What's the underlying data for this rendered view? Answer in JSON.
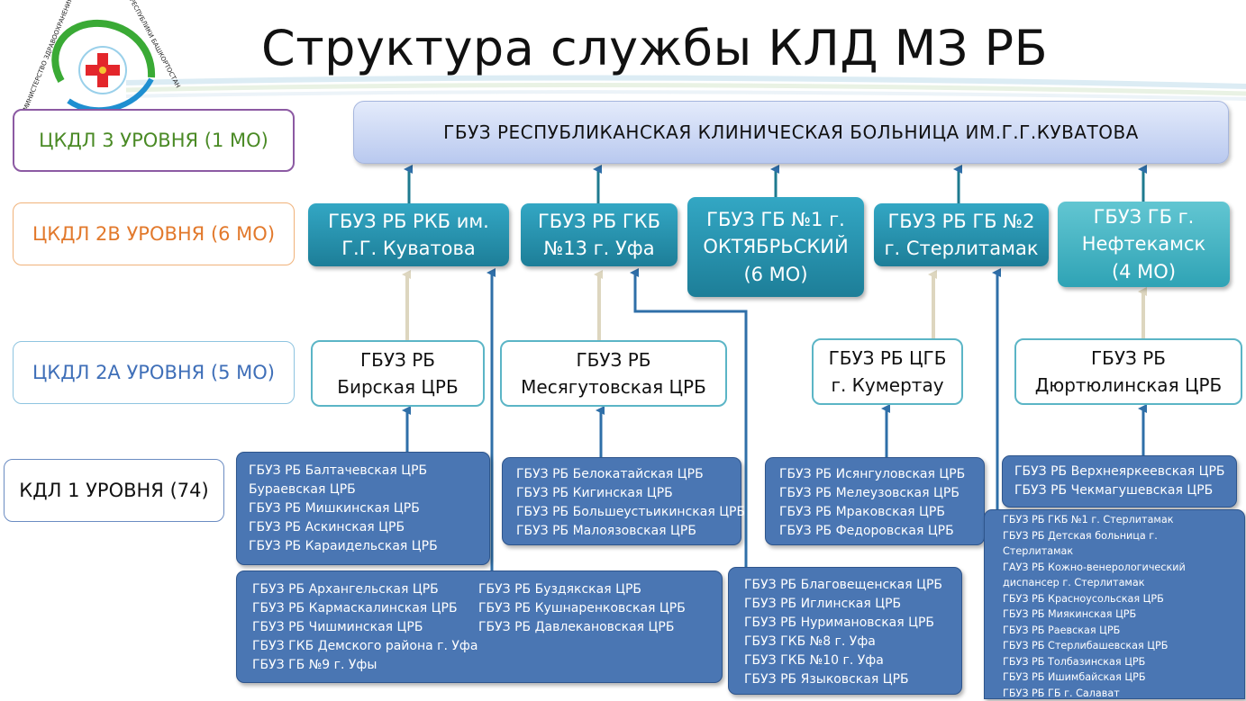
{
  "title": "Структура службы КЛД МЗ РБ",
  "logo": {
    "text_left": "МИНИСТЕРСТВО ЗДРАВООХРАНЕНИЯ",
    "text_right": "РЕСПУБЛИКИ БАШКОРТОСТАН",
    "colors": {
      "cross": "#e3262b",
      "green": "#3aaa35",
      "blue": "#1f8fd1"
    }
  },
  "levels": {
    "l3": "ЦКДЛ 3 УРОВНЯ (1 МО)",
    "l2b": "ЦКДЛ 2В УРОВНЯ (6 МО)",
    "l2a": "ЦКДЛ 2А УРОВНЯ (5 МО)",
    "l1": "КДЛ 1 УРОВНЯ (74)"
  },
  "level_colors": {
    "l3": "#3c7d1e",
    "l2b": "#e2792c",
    "l2a": "#3f6fb8",
    "l1": "#111111"
  },
  "top": "ГБУЗ РЕСПУБЛИКАНСКАЯ КЛИНИЧЕСКАЯ БОЛЬНИЦА ИМ.Г.Г.КУВАТОВА",
  "tier2b": [
    {
      "lines": [
        "ГБУЗ РБ РКБ им.",
        "Г.Г. Куватова"
      ]
    },
    {
      "lines": [
        "ГБУЗ РБ ГКБ",
        "№13 г. Уфа"
      ]
    },
    {
      "lines": [
        "ГБУЗ ГБ №1 г.",
        "ОКТЯБРЬСКИЙ",
        "(6 МО)"
      ]
    },
    {
      "lines": [
        "ГБУЗ РБ ГБ №2",
        "г. Стерлитамак"
      ]
    },
    {
      "lines": [
        "ГБУЗ ГБ г.",
        "Нефтекамск",
        "(4 МО)"
      ]
    }
  ],
  "tier2a": [
    {
      "lines": [
        "ГБУЗ РБ",
        "Бирская ЦРБ"
      ]
    },
    {
      "lines": [
        "ГБУЗ РБ",
        "Месягутовская ЦРБ"
      ]
    },
    {
      "lines": [
        "ГБУЗ РБ ЦГБ",
        "г. Кумертау"
      ]
    },
    {
      "lines": [
        "ГБУЗ РБ",
        "Дюртюлинская ЦРБ"
      ]
    }
  ],
  "tier1": {
    "birsk": [
      "ГБУЗ РБ Балтачевская ЦРБ",
      "Бураевская ЦРБ",
      "ГБУЗ РБ Мишкинская ЦРБ",
      "ГБУЗ РБ Аскинская ЦРБ",
      "ГБУЗ РБ Караидельская ЦРБ"
    ],
    "mesyagutovo": [
      "ГБУЗ РБ Белокатайская ЦРБ",
      "ГБУЗ РБ Кигинская ЦРБ",
      "ГБУЗ РБ Большеустьикинская ЦРБ",
      "ГБУЗ РБ Малоязовская ЦРБ"
    ],
    "kumertau": [
      "ГБУЗ РБ Исянгуловская ЦРБ",
      "ГБУЗ РБ Мелеузовская ЦРБ",
      "ГБУЗ РБ Мраковская ЦРБ",
      "ГБУЗ РБ Федоровская ЦРБ"
    ],
    "dyurtyuli": [
      "ГБУЗ РБ Верхнеяркеевская ЦРБ",
      "ГБУЗ РБ Чекмагушевская ЦРБ"
    ],
    "rkb_col1": [
      "ГБУЗ РБ Архангельская ЦРБ",
      "ГБУЗ РБ Кармаскалинская ЦРБ",
      "ГБУЗ РБ Чишминская ЦРБ",
      "ГБУЗ ГКБ Демского района г. Уфа",
      "ГБУЗ ГБ №9 г. Уфы"
    ],
    "rkb_col2": [
      "ГБУЗ РБ Буздякская ЦРБ",
      "ГБУЗ РБ Кушнаренковская ЦРБ",
      "ГБУЗ РБ Давлекановская ЦРБ"
    ],
    "gkb13": [
      "ГБУЗ РБ Благовещенская ЦРБ",
      "ГБУЗ РБ Иглинская ЦРБ",
      "ГБУЗ РБ Нуримановская ЦРБ",
      "ГБУЗ ГКБ №8 г. Уфа",
      "ГБУЗ ГКБ №10 г. Уфа",
      "ГБУЗ РБ Языковская ЦРБ"
    ],
    "sterlitamak": [
      "ГБУЗ РБ ГКБ №1 г. Стерлитамак",
      "ГБУЗ РБ Детская больница г.",
      "Стерлитамак",
      "ГАУЗ РБ Кожно-венерологический",
      "диспансер г. Стерлитамак",
      "ГБУЗ РБ Красноусольская ЦРБ",
      "ГБУЗ РБ Миякинская ЦРБ",
      "ГБУЗ РБ Раевская ЦРБ",
      "ГБУЗ РБ Стерлибашевская ЦРБ",
      "ГБУЗ РБ Толбазинская ЦРБ",
      "ГБУЗ РБ Ишимбайская ЦРБ",
      "ГБУЗ РБ ГБ г. Салават"
    ]
  }
}
